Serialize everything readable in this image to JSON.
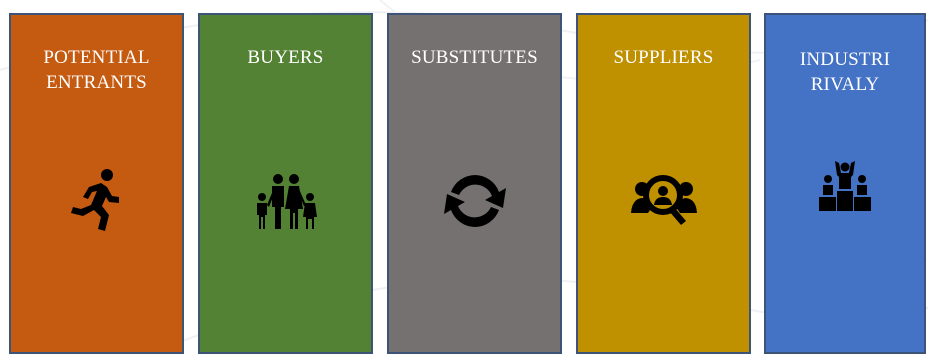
{
  "diagram": {
    "cards": [
      {
        "label": "POTENTIAL\nENTRANTS",
        "color": "#c55a11",
        "icon": "running-person-icon"
      },
      {
        "label": "BUYERS",
        "color": "#548235",
        "icon": "family-icon"
      },
      {
        "label": "SUBSTITUTES",
        "color": "#767171",
        "icon": "refresh-arrows-icon"
      },
      {
        "label": "SUPPLIERS",
        "color": "#bf9000",
        "icon": "search-people-icon"
      },
      {
        "label": "INDUSTRI\nRIVALY",
        "color": "#4472c4",
        "icon": "podium-icon"
      }
    ]
  }
}
